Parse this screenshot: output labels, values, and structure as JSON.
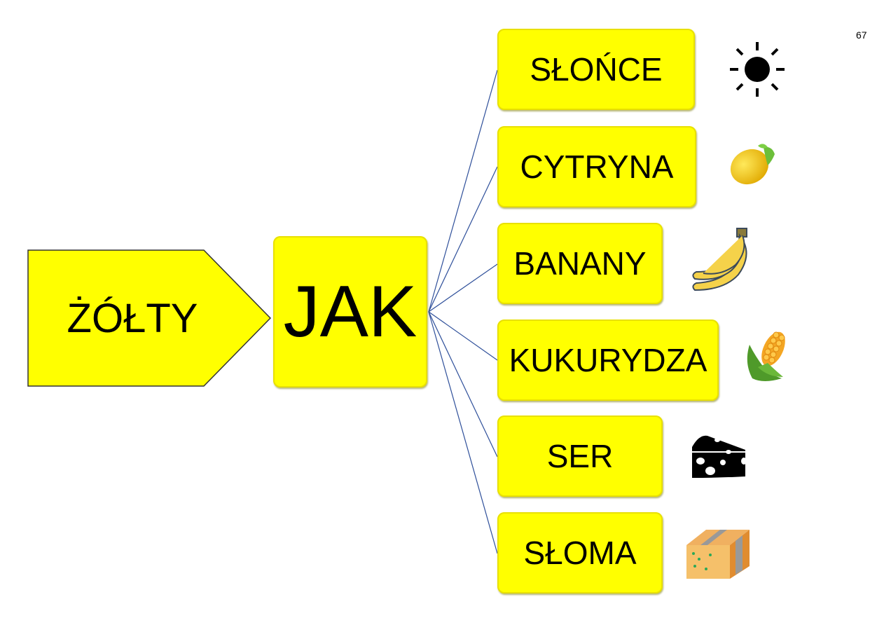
{
  "page_number": "67",
  "root": {
    "label": "ŻÓŁTY",
    "fill": "#ffff00"
  },
  "hub": {
    "label": "JAK",
    "fill": "#ffff00"
  },
  "connector_color": "#2e4f9a",
  "items": [
    {
      "label": "SŁOŃCE",
      "icon": "sun-icon"
    },
    {
      "label": "CYTRYNA",
      "icon": "lemon-icon"
    },
    {
      "label": "BANANY",
      "icon": "banana-icon"
    },
    {
      "label": "KUKURYDZA",
      "icon": "corn-icon"
    },
    {
      "label": "SER",
      "icon": "cheese-icon"
    },
    {
      "label": "SŁOMA",
      "icon": "straw-bale-icon"
    }
  ]
}
